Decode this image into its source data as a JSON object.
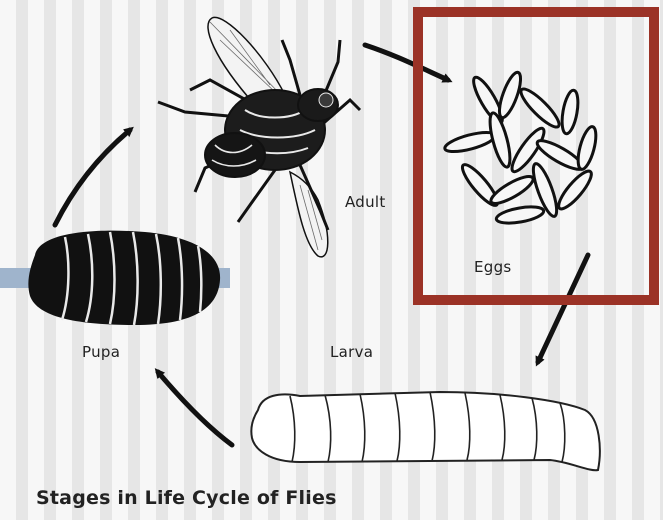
{
  "labels": {
    "adult": "Adult",
    "eggs": "Eggs",
    "pupa": "Pupa",
    "larva": "Larva"
  },
  "caption": "Stages in Life Cycle of Flies",
  "colors": {
    "highlight": "#9b3226",
    "ink": "#111111",
    "pupa_band": "#9fb4cc"
  },
  "highlighted_stage": "eggs"
}
